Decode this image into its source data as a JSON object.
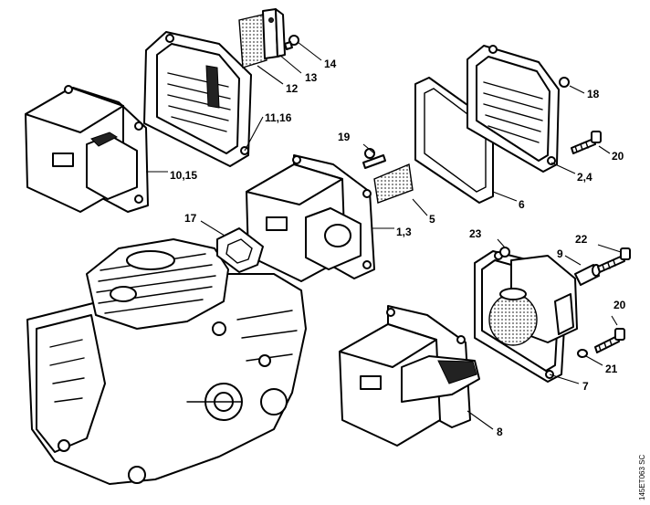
{
  "reference_code": "145ET063 SC",
  "callouts": [
    {
      "id": "c1",
      "text": "14"
    },
    {
      "id": "c2",
      "text": "13"
    },
    {
      "id": "c3",
      "text": "12"
    },
    {
      "id": "c4",
      "text": "11,16"
    },
    {
      "id": "c5",
      "text": "10,15"
    },
    {
      "id": "c6",
      "text": "19"
    },
    {
      "id": "c7",
      "text": "17"
    },
    {
      "id": "c8",
      "text": "5"
    },
    {
      "id": "c9",
      "text": "1,3"
    },
    {
      "id": "c10",
      "text": "18"
    },
    {
      "id": "c11",
      "text": "20"
    },
    {
      "id": "c12",
      "text": "2,4"
    },
    {
      "id": "c13",
      "text": "6"
    },
    {
      "id": "c14",
      "text": "23"
    },
    {
      "id": "c15",
      "text": "22"
    },
    {
      "id": "c16",
      "text": "9"
    },
    {
      "id": "c17",
      "text": "20"
    },
    {
      "id": "c18",
      "text": "21"
    },
    {
      "id": "c19",
      "text": "7"
    },
    {
      "id": "c20",
      "text": "8"
    }
  ]
}
